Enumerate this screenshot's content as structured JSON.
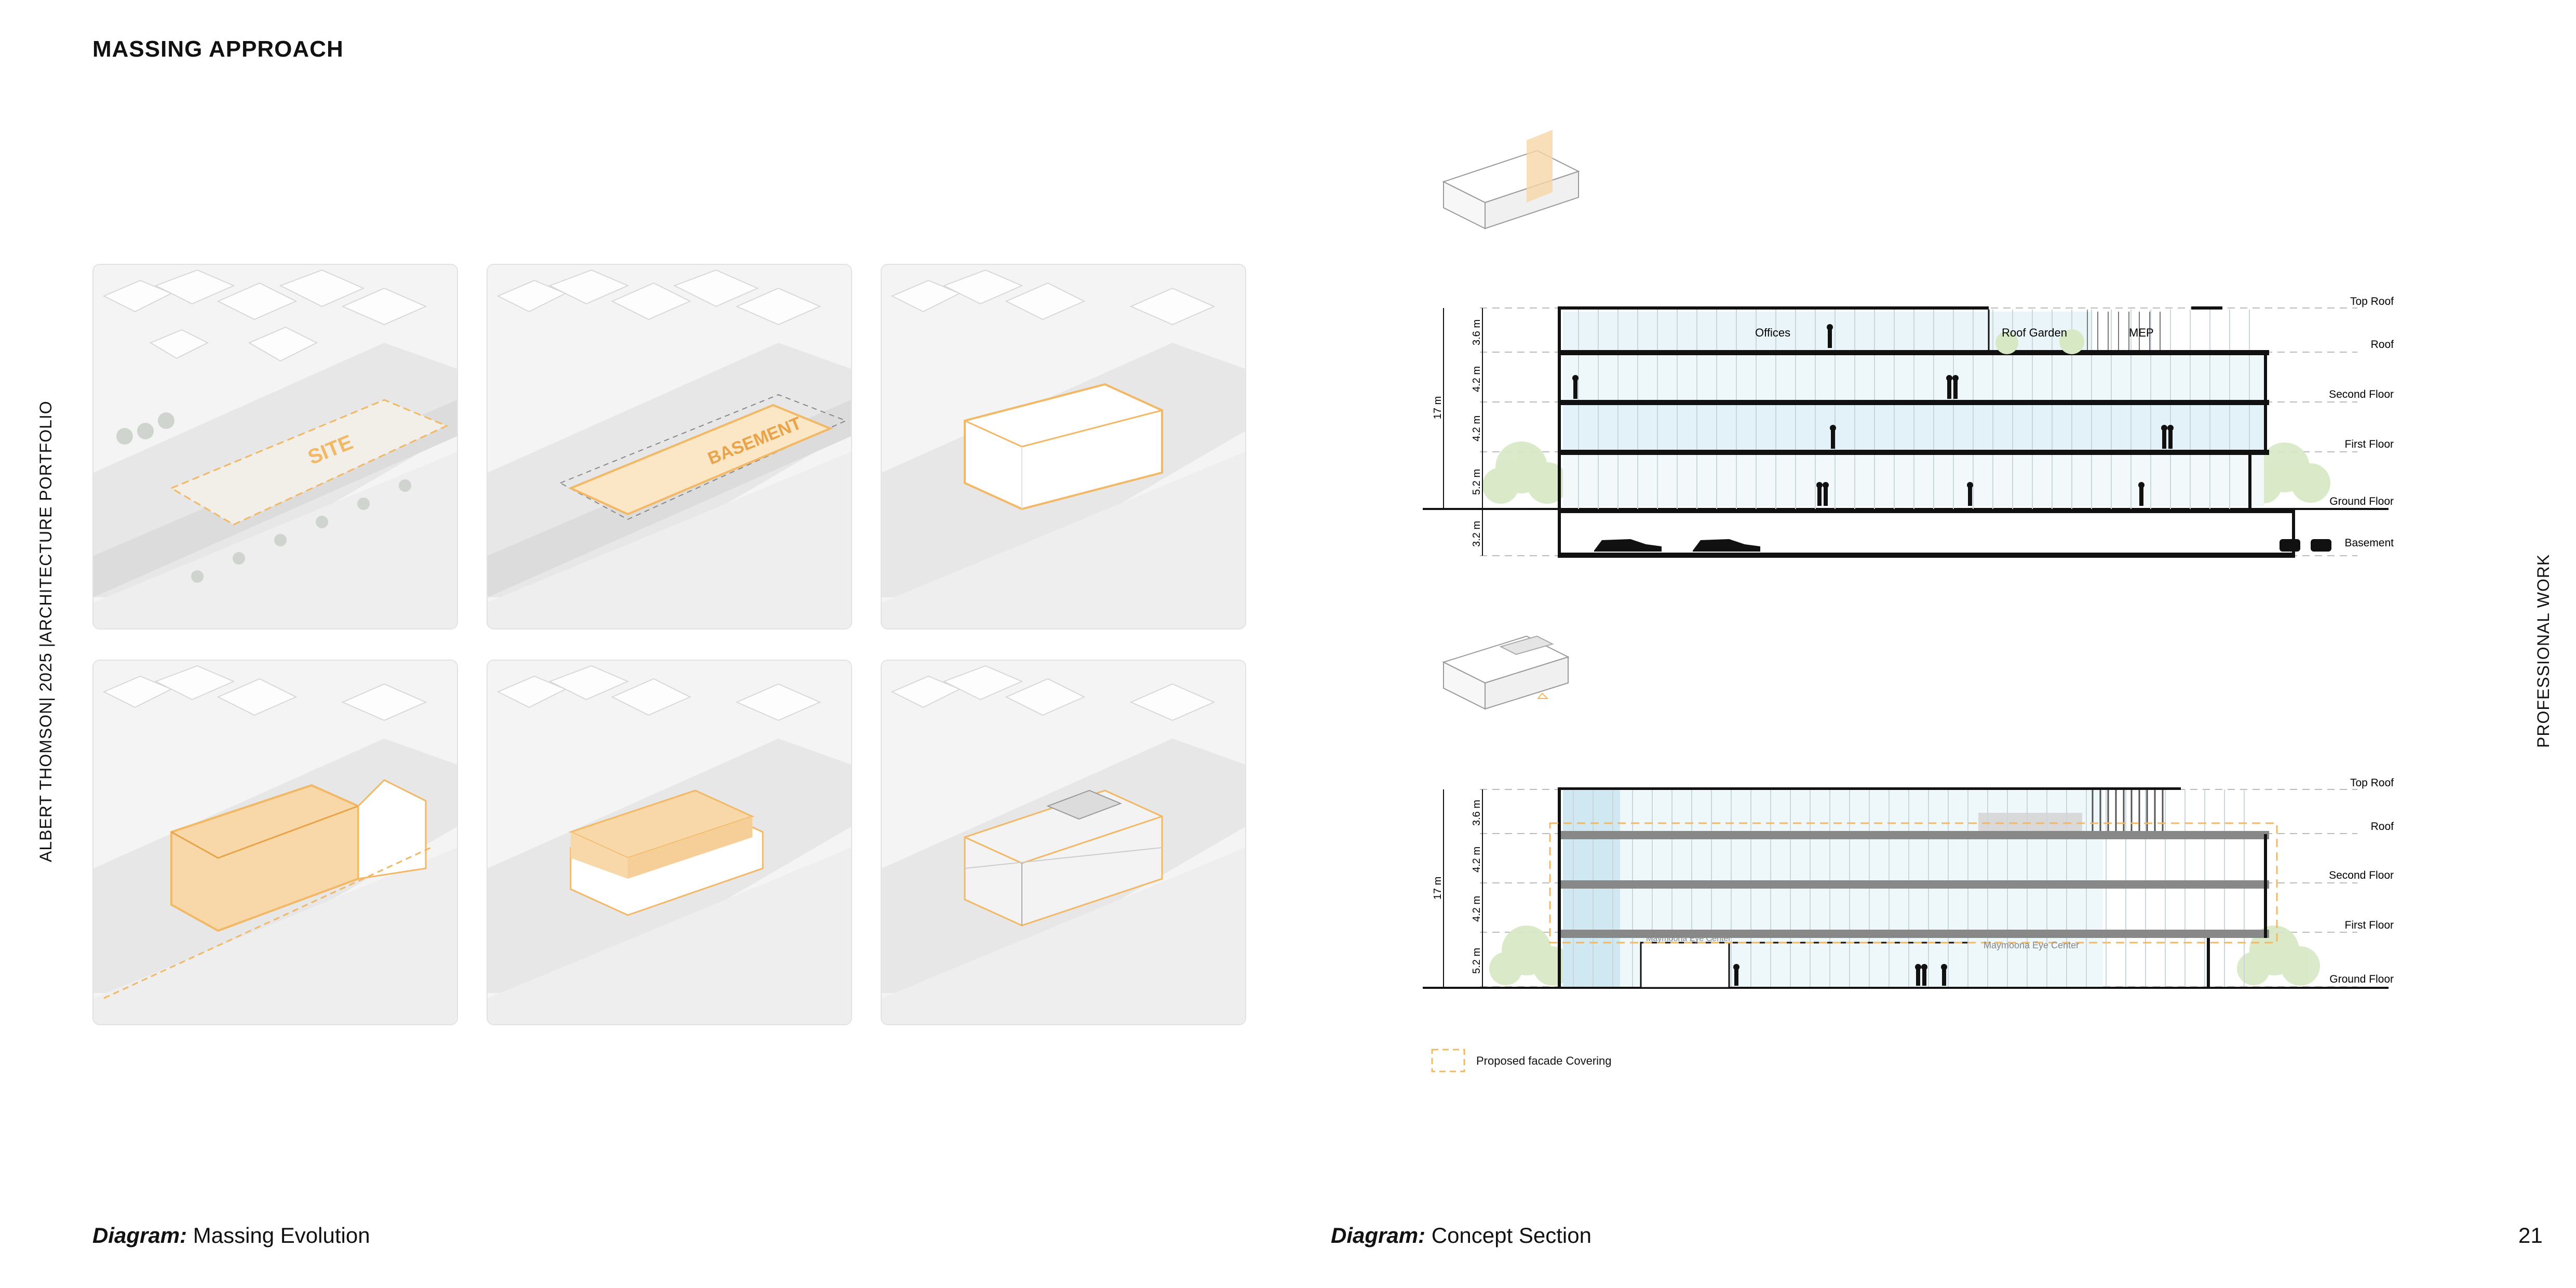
{
  "header": {
    "title": "MASSING APPROACH"
  },
  "side": {
    "left": "ALBERT THOMSON| 2025 |ARCHITECTURE PORTFOLIO",
    "right": "PROFESSIONAL WORK"
  },
  "massing": {
    "site_label": "SITE",
    "basement_label": "BASEMENT"
  },
  "section1": {
    "levels": [
      "Top Roof",
      "Roof",
      "Second Floor",
      "First Floor",
      "Ground Floor",
      "Basement"
    ],
    "dims": [
      "3.6 m",
      "4.2 m",
      "4.2 m",
      "5.2 m",
      "3.2 m"
    ],
    "total": "17 m",
    "rooms": [
      "Offices",
      "Roof Garden",
      "MEP"
    ]
  },
  "section2": {
    "levels": [
      "Top Roof",
      "Roof",
      "Second Floor",
      "First Floor",
      "Ground Floor"
    ],
    "dims": [
      "3.6 m",
      "4.2 m",
      "4.2 m",
      "5.2 m"
    ],
    "total": "17 m",
    "signs": [
      "Maymoona Eye Center",
      "Maymoona Eye Center"
    ]
  },
  "legend": {
    "label": "Proposed facade Covering"
  },
  "footer": {
    "left_bold": "Diagram:",
    "left_text": " Massing Evolution",
    "right_bold": "Diagram:",
    "right_text": " Concept Section",
    "page": "21"
  },
  "colors": {
    "accent": "#f2b866",
    "accent_fill": "#f8d7a8",
    "glass": "#d6ecf4",
    "tree": "#d7e8c4"
  }
}
